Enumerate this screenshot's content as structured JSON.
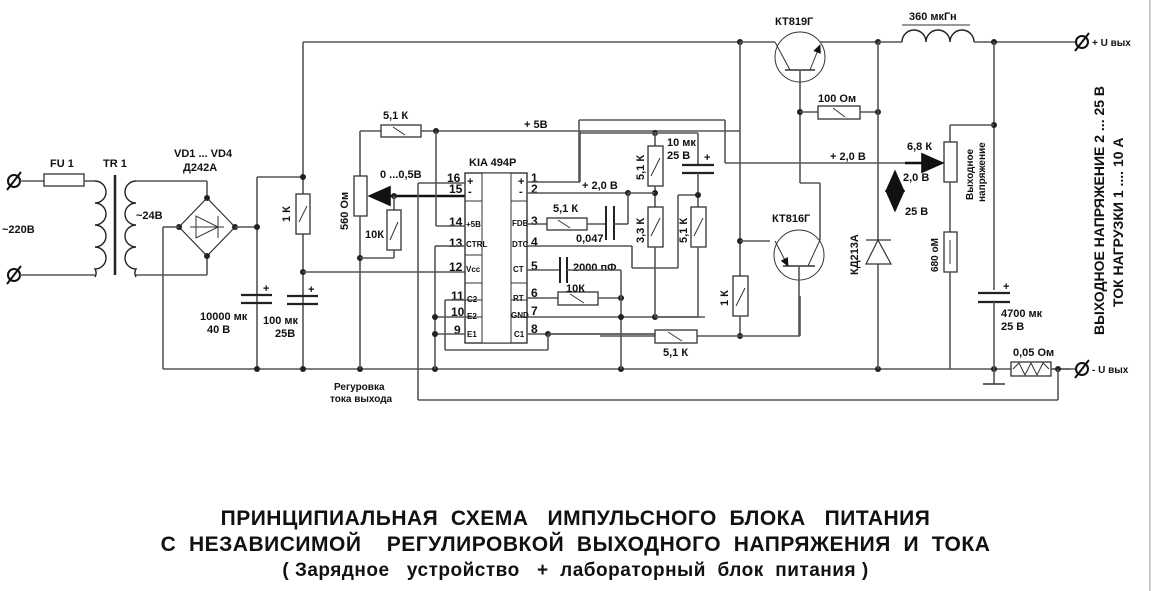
{
  "title": {
    "line1": "ПРИНЦИПИАЛЬНАЯ  СХЕМА   ИМПУЛЬСНОГО  БЛОКА   ПИТАНИЯ",
    "line2": "С  НЕЗАВИСИМОЙ    РЕГУЛИРОВКОЙ  ВЫХОДНОГО  НАПРЯЖЕНИЯ  И  ТОКА",
    "line3": "( Зарядное   устройство   +  лабораторный  блок  питания )"
  },
  "specs": {
    "line1": "ВЫХОДНОЕ  НАПРЯЖЕНИЕ  2 ... 25 В",
    "line2": "ТОК  НАГРУЗКИ  1 .... 10 А"
  },
  "input": {
    "voltage": "~220В",
    "fuse": "FU 1",
    "transformer": "TR 1",
    "secondary": "~24В",
    "bridge_ref": "VD1 ... VD4",
    "bridge_part": "Д242А"
  },
  "capacitors": {
    "c_main_value": "10000 мк",
    "c_main_volt": "40 В",
    "c_aux_value": "100 мк",
    "c_aux_volt": "25В",
    "c_fb": "0,047",
    "c_ct": "2000 пФ",
    "c_soft_value": "10 мк",
    "c_soft_volt": "25 В",
    "c_out_value": "4700 мк",
    "c_out_volt": "25 В"
  },
  "resistors": {
    "r_supply": "1 К",
    "r_top": "5,1 К",
    "pot_current": "560 Ом",
    "r_pot_low": "10К",
    "r_fb": "5,1 К",
    "r_rt": "10К",
    "r_div_top": "5,1 К",
    "r_div_bot": "3,3 К",
    "r_soft": "5,1 К",
    "r_bias": "1 К",
    "r_base": "5,1 К",
    "r_be": "100 Ом",
    "pot_voltage": "6,8 К",
    "r_low": "680 оМ",
    "r_shunt": "0,05  Ом"
  },
  "ic": {
    "name": "KIA 494P",
    "left_pins": [
      {
        "num": "16",
        "label": "+"
      },
      {
        "num": "15",
        "label": "-"
      },
      {
        "num": "14",
        "label": "+5В"
      },
      {
        "num": "13",
        "label": "CTRL"
      },
      {
        "num": "12",
        "label": "Vcc"
      },
      {
        "num": "11",
        "label": "C2"
      },
      {
        "num": "10",
        "label": "E2"
      },
      {
        "num": "9",
        "label": "E1"
      }
    ],
    "right_pins": [
      {
        "num": "1",
        "label": "+"
      },
      {
        "num": "2",
        "label": "-"
      },
      {
        "num": "3",
        "label": "FDB"
      },
      {
        "num": "4",
        "label": "DTC"
      },
      {
        "num": "5",
        "label": "CT"
      },
      {
        "num": "6",
        "label": "RT"
      },
      {
        "num": "7",
        "label": "GND"
      },
      {
        "num": "8",
        "label": "C1"
      }
    ]
  },
  "semis": {
    "q1": "КТ819Г",
    "q2": "КТ816Г",
    "diode": "КД213А",
    "inductor": "360 мкГн"
  },
  "nets": {
    "ref5v": "+ 5В",
    "ref2v_a": "+ 2,0 В",
    "ref2v_b": "+ 2,0 В",
    "current_range": "0 ...0,5В",
    "v_min": "2,0 В",
    "v_max": "25 В"
  },
  "labels": {
    "current_adj_1": "Регуровка",
    "current_adj_2": "тока выхода",
    "voltage_adj_1": "Выходное",
    "voltage_adj_2": "напряжение",
    "out_plus": "+  U вых",
    "out_minus": "-  U вых"
  }
}
